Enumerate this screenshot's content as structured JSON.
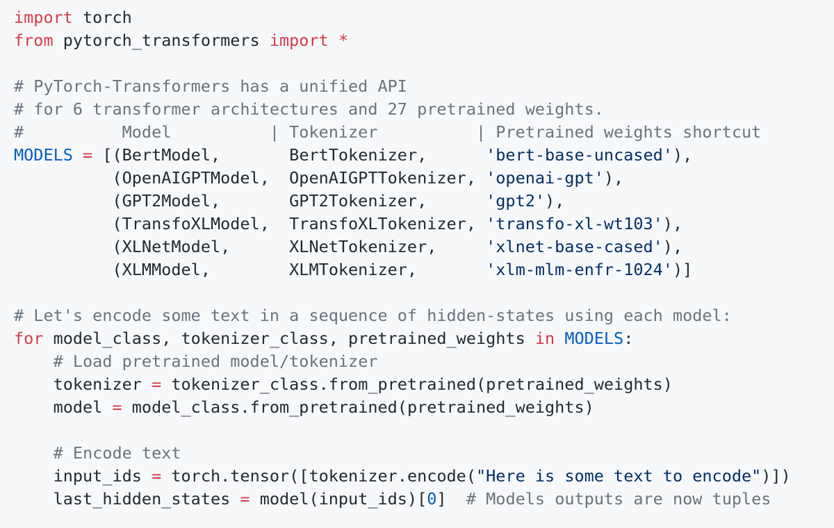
{
  "palette": {
    "background": "#f6f8fa",
    "keyword": "#d73a49",
    "constant": "#005cc5",
    "string": "#032f62",
    "comment": "#6a737d",
    "text": "#24292e"
  },
  "code": {
    "language": "python",
    "lines": [
      [
        {
          "s": "import",
          "k": "kw"
        },
        {
          "s": " torch",
          "k": "tx"
        }
      ],
      [
        {
          "s": "from",
          "k": "kw"
        },
        {
          "s": " pytorch_transformers ",
          "k": "tx"
        },
        {
          "s": "import",
          "k": "kw"
        },
        {
          "s": " ",
          "k": "tx"
        },
        {
          "s": "*",
          "k": "kw"
        }
      ],
      [],
      [
        {
          "s": "# PyTorch-Transformers has a unified API",
          "k": "cm"
        }
      ],
      [
        {
          "s": "# for 6 transformer architectures and 27 pretrained weights.",
          "k": "cm"
        }
      ],
      [
        {
          "s": "#          Model          | Tokenizer          | Pretrained weights shortcut",
          "k": "cm"
        }
      ],
      [
        {
          "s": "MODELS",
          "k": "cn"
        },
        {
          "s": " ",
          "k": "tx"
        },
        {
          "s": "=",
          "k": "kw"
        },
        {
          "s": " [(BertModel,       BertTokenizer,      ",
          "k": "tx"
        },
        {
          "s": "'bert-base-uncased'",
          "k": "st"
        },
        {
          "s": "),",
          "k": "tx"
        }
      ],
      [
        {
          "s": "          (OpenAIGPTModel,  OpenAIGPTTokenizer, ",
          "k": "tx"
        },
        {
          "s": "'openai-gpt'",
          "k": "st"
        },
        {
          "s": "),",
          "k": "tx"
        }
      ],
      [
        {
          "s": "          (GPT2Model,       GPT2Tokenizer,      ",
          "k": "tx"
        },
        {
          "s": "'gpt2'",
          "k": "st"
        },
        {
          "s": "),",
          "k": "tx"
        }
      ],
      [
        {
          "s": "          (TransfoXLModel,  TransfoXLTokenizer, ",
          "k": "tx"
        },
        {
          "s": "'transfo-xl-wt103'",
          "k": "st"
        },
        {
          "s": "),",
          "k": "tx"
        }
      ],
      [
        {
          "s": "          (XLNetModel,      XLNetTokenizer,     ",
          "k": "tx"
        },
        {
          "s": "'xlnet-base-cased'",
          "k": "st"
        },
        {
          "s": "),",
          "k": "tx"
        }
      ],
      [
        {
          "s": "          (XLMModel,        XLMTokenizer,       ",
          "k": "tx"
        },
        {
          "s": "'xlm-mlm-enfr-1024'",
          "k": "st"
        },
        {
          "s": ")]",
          "k": "tx"
        }
      ],
      [],
      [
        {
          "s": "# Let's encode some text in a sequence of hidden-states using each model:",
          "k": "cm"
        }
      ],
      [
        {
          "s": "for",
          "k": "kw"
        },
        {
          "s": " model_class, tokenizer_class, pretrained_weights ",
          "k": "tx"
        },
        {
          "s": "in",
          "k": "kw"
        },
        {
          "s": " ",
          "k": "tx"
        },
        {
          "s": "MODELS",
          "k": "cn"
        },
        {
          "s": ":",
          "k": "tx"
        }
      ],
      [
        {
          "s": "    ",
          "k": "tx"
        },
        {
          "s": "# Load pretrained model/tokenizer",
          "k": "cm"
        }
      ],
      [
        {
          "s": "    tokenizer ",
          "k": "tx"
        },
        {
          "s": "=",
          "k": "kw"
        },
        {
          "s": " tokenizer_class.from_pretrained(pretrained_weights)",
          "k": "tx"
        }
      ],
      [
        {
          "s": "    model ",
          "k": "tx"
        },
        {
          "s": "=",
          "k": "kw"
        },
        {
          "s": " model_class.from_pretrained(pretrained_weights)",
          "k": "tx"
        }
      ],
      [],
      [
        {
          "s": "    ",
          "k": "tx"
        },
        {
          "s": "# Encode text",
          "k": "cm"
        }
      ],
      [
        {
          "s": "    input_ids ",
          "k": "tx"
        },
        {
          "s": "=",
          "k": "kw"
        },
        {
          "s": " torch.tensor([tokenizer.encode(",
          "k": "tx"
        },
        {
          "s": "\"Here is some text to encode\"",
          "k": "st"
        },
        {
          "s": ")])",
          "k": "tx"
        }
      ],
      [
        {
          "s": "    last_hidden_states ",
          "k": "tx"
        },
        {
          "s": "=",
          "k": "kw"
        },
        {
          "s": " model(input_ids)[",
          "k": "tx"
        },
        {
          "s": "0",
          "k": "cn"
        },
        {
          "s": "]  ",
          "k": "tx"
        },
        {
          "s": "# Models outputs are now tuples",
          "k": "cm"
        }
      ]
    ]
  }
}
